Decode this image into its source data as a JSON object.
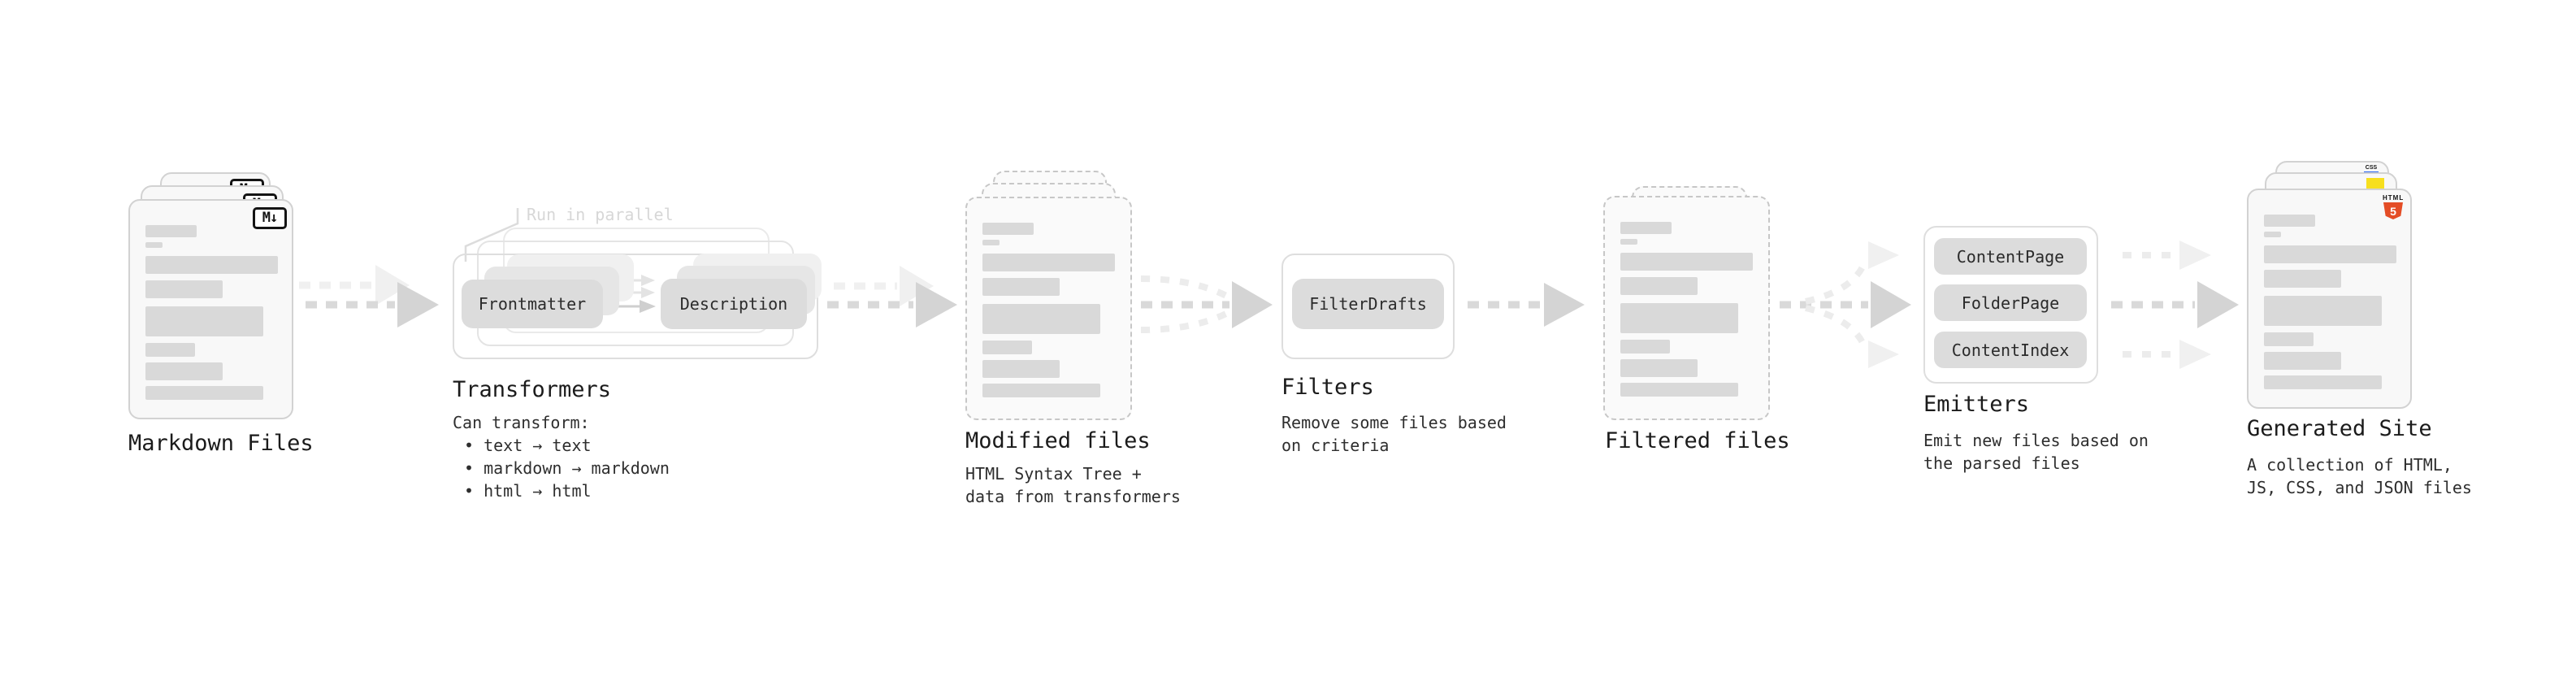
{
  "diagram": {
    "stages": {
      "markdown_files": {
        "label": "Markdown Files",
        "file_badge": "M↓"
      },
      "transformers": {
        "label": "Transformers",
        "parallel_note": "Run in parallel",
        "nodes": [
          "Frontmatter",
          "Description"
        ],
        "description": [
          "Can transform:",
          "• text → text",
          "• markdown → markdown",
          "• html → html"
        ]
      },
      "modified_files": {
        "label": "Modified files",
        "description": [
          "HTML Syntax Tree +",
          "data from transformers"
        ]
      },
      "filters": {
        "label": "Filters",
        "nodes": [
          "FilterDrafts"
        ],
        "description": [
          "Remove some files based",
          "on criteria"
        ]
      },
      "filtered_files": {
        "label": "Filtered files"
      },
      "emitters": {
        "label": "Emitters",
        "nodes": [
          "ContentPage",
          "FolderPage",
          "ContentIndex"
        ],
        "description": [
          "Emit new files based on",
          "the parsed files"
        ]
      },
      "generated_site": {
        "label": "Generated Site",
        "description": [
          "A collection of HTML,",
          "JS, CSS, and JSON files"
        ],
        "badges": {
          "html5_word": "HTML",
          "html5_number": "5",
          "css_word": "CSS"
        }
      }
    },
    "colors": {
      "html5_orange": "#E44D26",
      "js_yellow": "#F7DF1E",
      "css_blue": "#2965F1",
      "arrow_gray": "#d9d9d9",
      "arrow_ghost": "#f0f0f0",
      "card_border": "#d2d2d2",
      "bar_fill": "#d9d9d9"
    }
  }
}
